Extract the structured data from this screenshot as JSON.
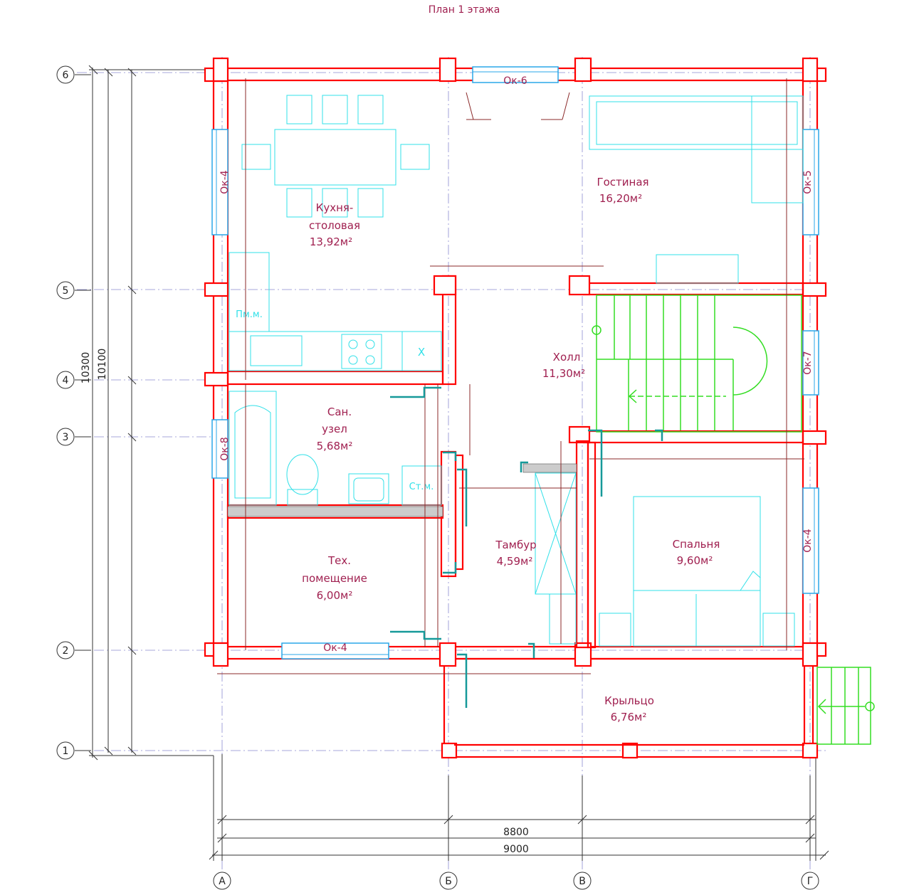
{
  "title": "План 1 этажа",
  "rooms": {
    "kitchen": {
      "name1": "Кухня-",
      "name2": "столовая",
      "area": "13,92м²"
    },
    "living": {
      "name1": "Гостиная",
      "area": "16,20м²"
    },
    "hall": {
      "name1": "Холл",
      "area": "11,30м²"
    },
    "bath": {
      "name1": "Сан.",
      "name2": "узел",
      "area": "5,68м²"
    },
    "tech": {
      "name1": "Тех.",
      "name2": "помещение",
      "area": "6,00м²"
    },
    "vestibule": {
      "name1": "Тамбур",
      "area": "4,59м²"
    },
    "bedroom": {
      "name1": "Спальня",
      "area": "9,60м²"
    },
    "porch": {
      "name1": "Крыльцо",
      "area": "6,76м²"
    }
  },
  "windows": {
    "ok6": "Ок-6",
    "ok4_left": "Ок-4",
    "ok5": "Ок-5",
    "ok7": "Ок-7",
    "ok8": "Ок-8",
    "ok4_right": "Ок-4",
    "ok4_bottom": "Ок-4"
  },
  "fixtures": {
    "dishwasher": "Пм.м.",
    "washer": "Ст.м.",
    "fridge": "X"
  },
  "axes": {
    "rows": [
      "6",
      "5",
      "4",
      "3",
      "2",
      "1"
    ],
    "cols": [
      "А",
      "Б",
      "В",
      "Г"
    ]
  },
  "dimensions": {
    "total_height_outer": "10300",
    "total_height_inner": "10100",
    "total_width_inner": "8800",
    "total_width_outer": "9000"
  },
  "colors": {
    "walls": "#ff0000",
    "furniture": "#30e0e8",
    "windows": "#2aa7e8",
    "stairs": "#33dd22",
    "labels": "#a02050"
  }
}
